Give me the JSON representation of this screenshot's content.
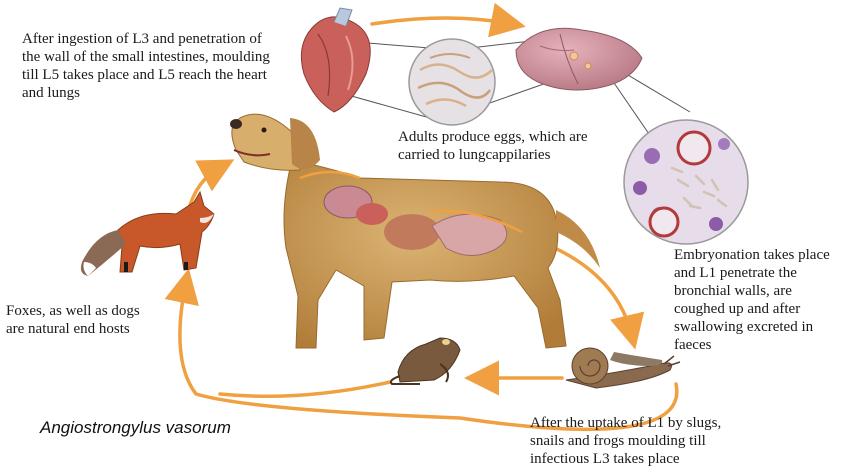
{
  "captions": {
    "ingestion": "After ingestion of L3 and penetration of\nthe wall of the small intestines, moulding\ntill L5 takes place and L5 reach the heart\nand lungs",
    "adults": "Adults produce eggs, which are\ncarried to lungcappilaries",
    "embryonation": "Embryonation takes place\nand L1 penetrate the\nbronchial walls, are\ncoughed up and after\nswallowing excreted in\nfaeces",
    "hosts": "Foxes, as well as dogs\nare natural end hosts",
    "uptake": "After the uptake of L1 by slugs,\nsnails and frogs moulding till\ninfectious L3 takes place"
  },
  "species_name": "Angiostrongylus vasorum",
  "colors": {
    "arrow": "#f0a040",
    "dog_fur": "#c89a52",
    "fox_fur": "#c8582a",
    "heart": "#c9605a",
    "lung": "#c98a94",
    "micro_bg": "#e7dcea",
    "worm": "#d9b28c"
  },
  "icons": [
    "heart-illustration",
    "worms-micrograph",
    "lungs-illustration",
    "lung-tissue-micrograph",
    "dog-illustration",
    "fox-illustration",
    "frog-illustration",
    "snail-illustration"
  ]
}
